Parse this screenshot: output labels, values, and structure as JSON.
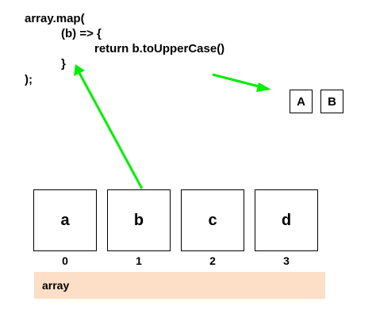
{
  "code": {
    "line0": "array.map(",
    "line1": "(b) => {",
    "line2": "return b.toUpperCase()",
    "line3": "}",
    "line4": ");"
  },
  "result": [
    "A",
    "B"
  ],
  "array_cells": [
    "a",
    "b",
    "c",
    "d"
  ],
  "indices": [
    "0",
    "1",
    "2",
    "3"
  ],
  "band_label": "array",
  "colors": {
    "arrow": "#00ee00",
    "band": "#fcdfc6"
  }
}
